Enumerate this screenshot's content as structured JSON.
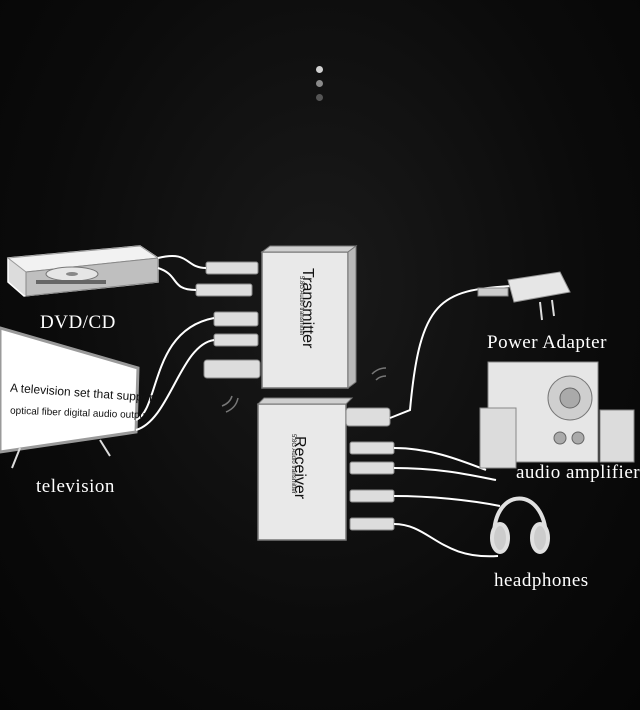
{
  "pager": {
    "dots": 3,
    "active_index": 0
  },
  "devices": {
    "dvd_label": "DVD/CD",
    "tv_label": "television",
    "tv_screen_line1": "A television set that supports",
    "tv_screen_line2": "optical fiber digital audio output",
    "power_label": "Power Adapter",
    "amp_label": "audio amplifier",
    "headphones_label": "headphones"
  },
  "transmitter": {
    "title": "Transmitter",
    "subtitle": "5.8G Audio transmitter"
  },
  "receiver": {
    "title": "Receiver",
    "subtitle": "5.8G Audio transmitter"
  },
  "colors": {
    "background": "#0b0b0b",
    "line": "#ffffff",
    "device_fill": "#e8e8e8"
  }
}
